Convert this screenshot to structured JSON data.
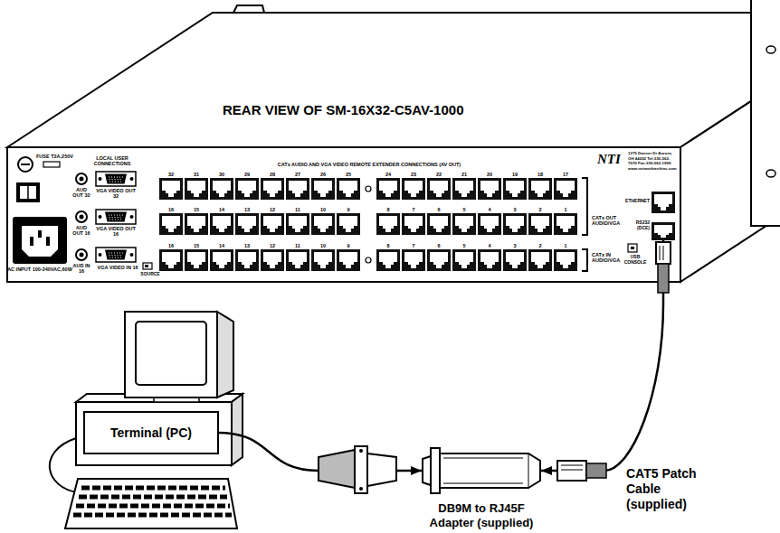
{
  "diagram": {
    "title": "REAR VIEW OF SM-16X32-C5AV-1000",
    "nodes": [
      {
        "text": [
          "RS232 (DCE)"
        ]
      },
      {
        "text": [
          "Terminal (PC)"
        ]
      },
      {
        "text": [
          "DB9M to RJ45F Adapter (supplied)"
        ]
      }
    ],
    "edges": [
      {
        "from": 1,
        "to": 2,
        "arrow": "to"
      },
      {
        "from": 0,
        "to": 2,
        "arrow": "to",
        "label": "CAT5 Patch Cable (supplied)"
      }
    ],
    "labels": [
      "FUSE T2A,250V",
      "LOCAL USER CONNECTIONS",
      "AUD OUT 32",
      "VGA VIDEO OUT 32",
      "AUD OUT 16",
      "VGA VIDEO OUT 16",
      "AUD IN 16",
      "VGA VIDEO IN 16",
      "SOURCE",
      "AC INPUT 100-240VAC,60W",
      "CATx AUDIO AND VGA VIDEO REMOTE EXTENDER CONNECTIONS (AV OUT)",
      "CATx OUT AUDIO/VGA",
      "CATx IN AUDIO/VGA",
      "NTI",
      "1275 Danner Dr Aurora, OH 44202 Tel:330-562-7070 Fax:330-562-1999 www.networktechinc.com",
      "ETHERNET",
      "USB CONSOLE",
      "32",
      "31",
      "30",
      "29",
      "28",
      "27",
      "26",
      "25",
      "24",
      "23",
      "22",
      "21",
      "20",
      "19",
      "18",
      "17",
      "16",
      "15",
      "14",
      "13",
      "12",
      "11",
      "10",
      "9",
      "8",
      "7",
      "6",
      "5",
      "4",
      "3",
      "2",
      "1",
      "16",
      "15",
      "14",
      "13",
      "12",
      "11",
      "10",
      "9",
      "8",
      "7",
      "6",
      "5",
      "4",
      "3",
      "2",
      "1"
    ]
  }
}
